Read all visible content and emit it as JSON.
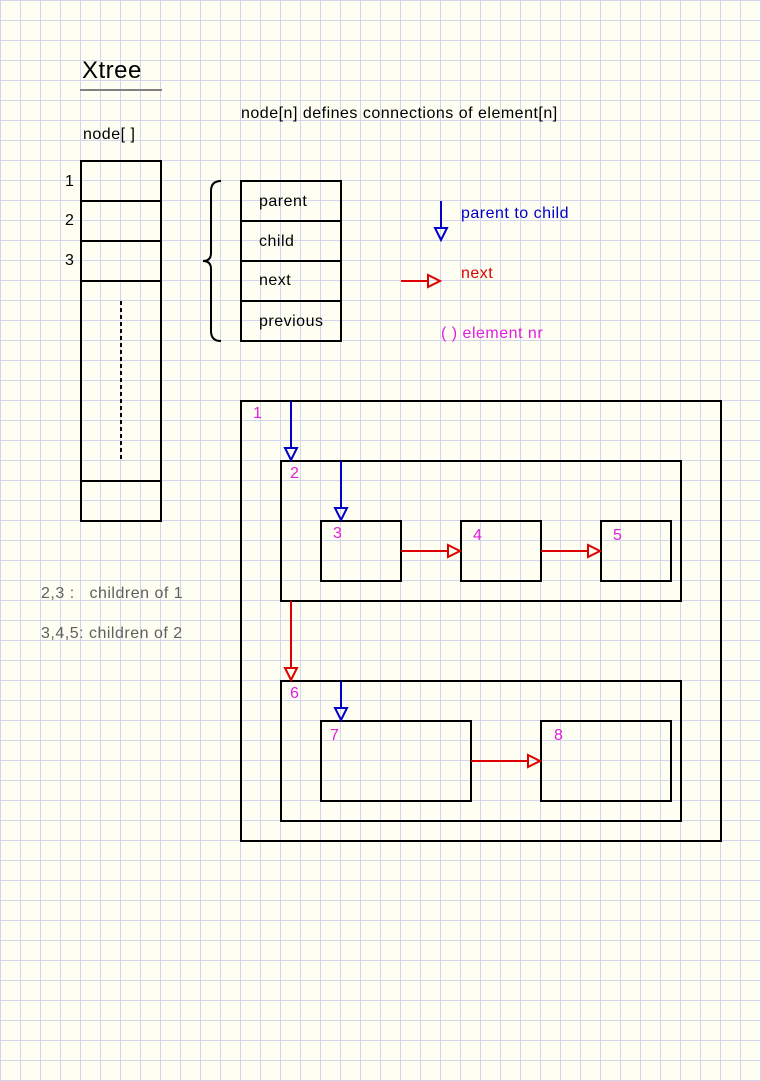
{
  "title": "Xtree",
  "array_label": "node[ ]",
  "description": "node[n] defines connections of element[n]",
  "array_indices": [
    "1",
    "2",
    "3"
  ],
  "node_fields": [
    "parent",
    "child",
    "next",
    "previous"
  ],
  "legend": {
    "parent_to_child": "parent to child",
    "next": "next",
    "element_nr": "( ) element nr"
  },
  "notes": [
    "2,3 :   children of 1",
    "3,4,5: children of 2"
  ],
  "elements": [
    "1",
    "2",
    "3",
    "4",
    "5",
    "6",
    "7",
    "8"
  ],
  "colors": {
    "child_arrow": "#0000c8",
    "next_arrow": "#dc0000",
    "element_nr": "#e020e0",
    "note_text": "#606060",
    "line": "#000000"
  }
}
